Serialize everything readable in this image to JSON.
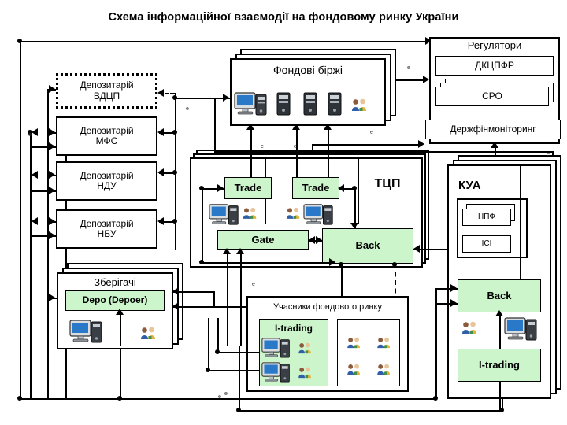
{
  "diagram": {
    "title": "Схема інформаційної взаємодії на фондовому ринку України",
    "accent_green": "#ccf5cc",
    "line_color": "#000000",
    "background": "#ffffff"
  },
  "regulators": {
    "title": "Регулятори",
    "items": [
      {
        "label": "ДКЦПФР",
        "stacked": false
      },
      {
        "label": "СРО",
        "stacked": true
      },
      {
        "label": "Держфінмоніторинг",
        "stacked": false
      }
    ]
  },
  "depositories": [
    {
      "label_line1": "Депозитарій",
      "label_line2": "ВДЦП",
      "border": "dotted"
    },
    {
      "label_line1": "Депозитарій",
      "label_line2": "МФС",
      "border": "solid"
    },
    {
      "label_line1": "Депозитарій",
      "label_line2": "НДУ",
      "border": "solid"
    },
    {
      "label_line1": "Депозитарій",
      "label_line2": "НБУ",
      "border": "solid"
    }
  ],
  "exchanges": {
    "title": "Фондові біржі",
    "stacked": true,
    "icons": [
      "computer-icon",
      "tower-icon",
      "tower-icon",
      "tower-icon",
      "people-icon"
    ]
  },
  "tcp": {
    "title": "ТЦП",
    "stacked": true,
    "blocks": [
      {
        "label": "Trade"
      },
      {
        "label": "Trade"
      },
      {
        "label": "Gate"
      },
      {
        "label": "Back"
      }
    ],
    "icons": [
      "computer-icon",
      "people-icon",
      "people-icon",
      "computer-icon"
    ]
  },
  "kua": {
    "title": "КУА",
    "stacked": true,
    "funds": [
      {
        "label": "НПФ",
        "stacked": true
      },
      {
        "label": "ICI",
        "stacked": false
      }
    ],
    "blocks": [
      {
        "label": "Back"
      },
      {
        "label": "I-trading"
      }
    ],
    "icons": [
      "people-icon",
      "computer-icon"
    ]
  },
  "custodians": {
    "title": "Зберігачі",
    "stacked": true,
    "blocks": [
      {
        "label": "Depo (Depoer)"
      }
    ],
    "icons": [
      "computer-icon",
      "people-icon"
    ]
  },
  "participants": {
    "title": "Учасники фондового ринку",
    "trading_panel": {
      "label": "I-trading",
      "icons": [
        "computer-icon",
        "people-icon",
        "computer-icon",
        "people-icon"
      ]
    },
    "people_panel": {
      "label": "",
      "icons": [
        "people-icon",
        "people-icon",
        "people-icon",
        "people-icon"
      ]
    }
  },
  "edge_markers": [
    "e",
    "e",
    "e",
    "e",
    "e",
    "e",
    "e",
    "e",
    "e",
    "e",
    "e",
    "e",
    "e"
  ]
}
